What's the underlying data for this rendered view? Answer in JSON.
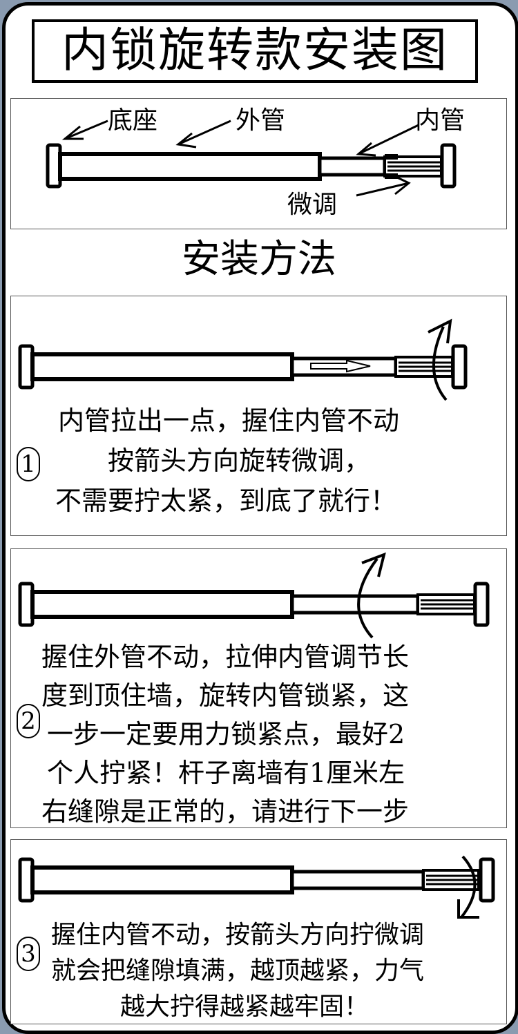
{
  "title": "内锁旋转款安装图",
  "parts_diagram": {
    "labels": {
      "base": "底座",
      "outer_tube": "外管",
      "inner_tube": "内管",
      "fine_adjust": "微调"
    }
  },
  "method_heading": "安装方法",
  "steps": [
    {
      "number": "1",
      "lines": [
        "内管拉出一点，握住内管不动",
        "按箭头方向旋转微调，",
        "不需要拧太紧，到底了就行！"
      ]
    },
    {
      "number": "2",
      "lines": [
        "握住外管不动，拉伸内管调节长",
        "度到顶住墙，旋转内管锁紧，这",
        "一步一定要用力锁紧点，最好2",
        "个人拧紧！杆子离墙有1厘米左",
        "右缝隙是正常的，请进行下一步"
      ]
    },
    {
      "number": "3",
      "lines": [
        "握住内管不动，按箭头方向拧微调",
        "就会把缝隙填满，越顶越紧，力气",
        "越大拧得越紧越牢固！"
      ]
    }
  ],
  "colors": {
    "background": "#8a9bb0",
    "card": "#ffffff",
    "stroke": "#000000",
    "box_border": "#555555"
  }
}
